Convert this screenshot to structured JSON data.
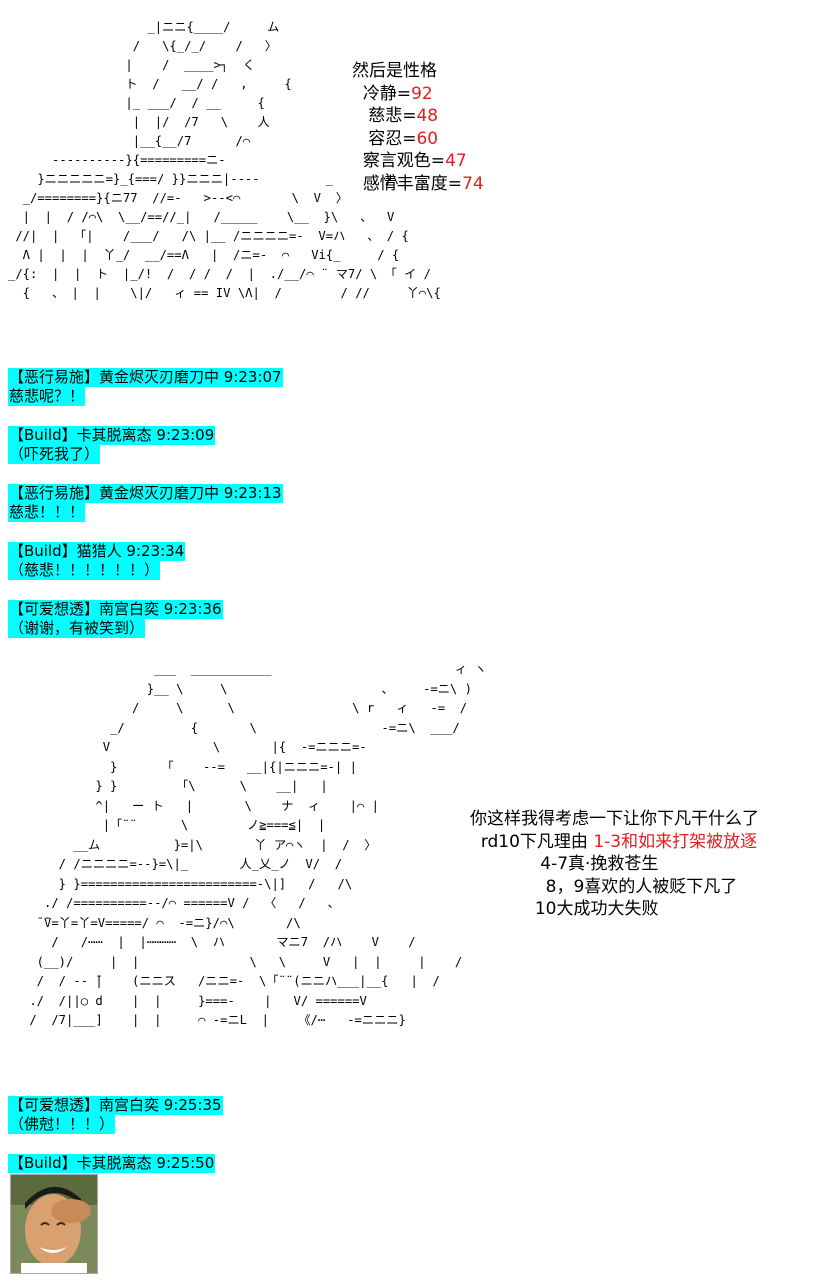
{
  "art_top": "                   _|ニニ{____/     ム\n                 /   \\{_/_/    /   〉\n                |    /  ____>┐  く\n                ト  /   __/ /   ,     {\n                |_ ___/  / __     {\n                 |  |/  /7   \\    人\n                 |__{__/7      /⌒\n      ----------}{=========ニ-\n    }ニニニニニ=}_{===/ }}ニニニ|----         _       }\\   、\n  _/========}{ニ77  //=-   >--<⌒       \\  V  〉\n  |  |  / /⌒\\  \\__/==//_|   /_____    \\__  }\\   、  V\n //|  |  「|    /___/   /\\ |__ /ニニニニ=-  V=ハ   、 / {\n  Λ |  |  |  丫_/  __/==Λ   |  /ニ=-  ⌒   Vi{_     / {\n_/{:  |  |  ト  |_/!  /  / /  /  |  ./__/⌒ ¨ マ7/ \\ 「 イ /\n  {   、 |  |    \\|/   ィ == IV \\Λ|  /        / //     丫⌒\\{",
  "stats": {
    "heading": "然后是性格",
    "rows": [
      {
        "label": "冷静=",
        "value": "92"
      },
      {
        "label": "慈悲=",
        "value": "48"
      },
      {
        "label": "容忍=",
        "value": "60"
      },
      {
        "label": "察言观色=",
        "value": "47"
      },
      {
        "label": "感情丰富度=",
        "value": "74"
      }
    ]
  },
  "chat1": {
    "header": "【恶行易施】黄金烬灭刃磨刀中 9:23:07",
    "message": "慈悲呢？！"
  },
  "chat2": {
    "header": "【Build】卡其脱离态 9:23:09",
    "message": "（吓死我了）"
  },
  "chat3": {
    "header": "【恶行易施】黄金烬灭刃磨刀中 9:23:13",
    "message": "慈悲！！！"
  },
  "chat4": {
    "header": "【Build】猫猎人 9:23:34",
    "message": "（慈悲！！！！！！）"
  },
  "chat5": {
    "header": "【可爱想透】南宫白奕 9:23:36",
    "message": "（谢谢，有被笑到）"
  },
  "art_mid": "                  ___  ___________                         ィ ヽ\n                 }__ \\     \\                     、    -=ニ\\ )\n               /     \\      \\                \\ r   ィ   -=  /\n            _/         {       \\                 -=ニ\\  ___/\n           V              \\       |{  -=ニニニ=-\n            }      「    -‐=   __|{|ニニニ=-| |\n          } }        「\\      \\    __|   |\n          ^|   ー ト   |       \\    ナ  ィ    |⌒ |\n           |「¨¨      \\        ノ≧===≦|  |\n       __ム          }=|\\       丫 ア⌒ヽ  |  /  〉\n     / /ニニニニ=--}=\\|_       人_乂_ノ  V/  /\n     } }========================-\\|]   /   /\\\n   ./ /==========--/⌒ ======V /  〈   /   、\n  ̄ ̄V=丫=丫=V=====/ ⌒  -=ニ}/⌒\\       /\\\n    /   /⋯⋯  |  |⋯⋯⋯⋯  \\  ハ       マニ7  /ハ    V    /\n  (__)/     |  |               \\   \\     V   |  |     |    /\n  /  / ‐‐ ̄|    (ニニス   /ニニ=-  \\「¨¨(ニニハ___|__{   |  /\n ./  /||○ d    |  |     }===-    |   V/ ======V\n /  /7|___]    |  |     ⌒ -=ニL  |    《/⋯   -=ニニニ}",
  "notes": {
    "line1": "你这样我得考虑一下让你下凡干什么了",
    "line2_prefix": "rd10下凡理由 ",
    "line2_red": "1-3和如来打架被放逐",
    "line3": "4-7真·挽救苍生",
    "line4": "8，9喜欢的人被贬下凡了",
    "line5": "10大成功大失败"
  },
  "chat6": {
    "header": "【可爱想透】南宫白奕 9:25:35",
    "message": "（佛尅！！！）"
  },
  "chat7": {
    "header": "【Build】卡其脱离态 9:25:50"
  },
  "colors": {
    "highlight": "#00ffff",
    "accent_red": "#e02020"
  }
}
